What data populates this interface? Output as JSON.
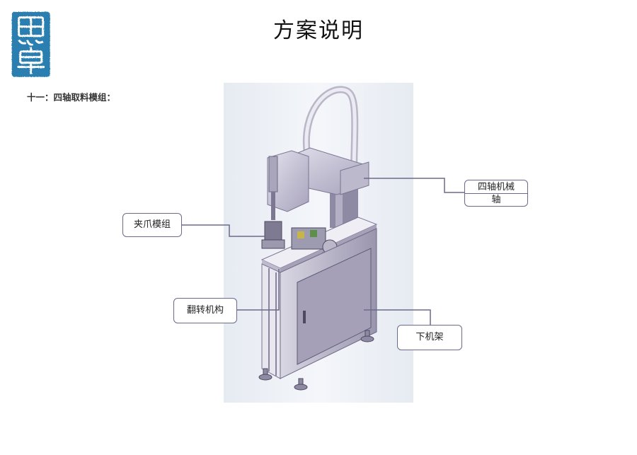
{
  "page": {
    "title": "方案说明",
    "section_heading": "十一：四轴取料模组："
  },
  "logo": {
    "color": "#2b7fb0"
  },
  "callouts": {
    "four_axis_line1": "四轴机械",
    "four_axis_line2": "轴",
    "gripper": "夹爪模组",
    "flip": "翻转机构",
    "frame": "下机架"
  },
  "colors": {
    "callout_border": "#6b6a8a",
    "machine_body": "#c9c6d6",
    "machine_dark": "#8f8aa3"
  }
}
